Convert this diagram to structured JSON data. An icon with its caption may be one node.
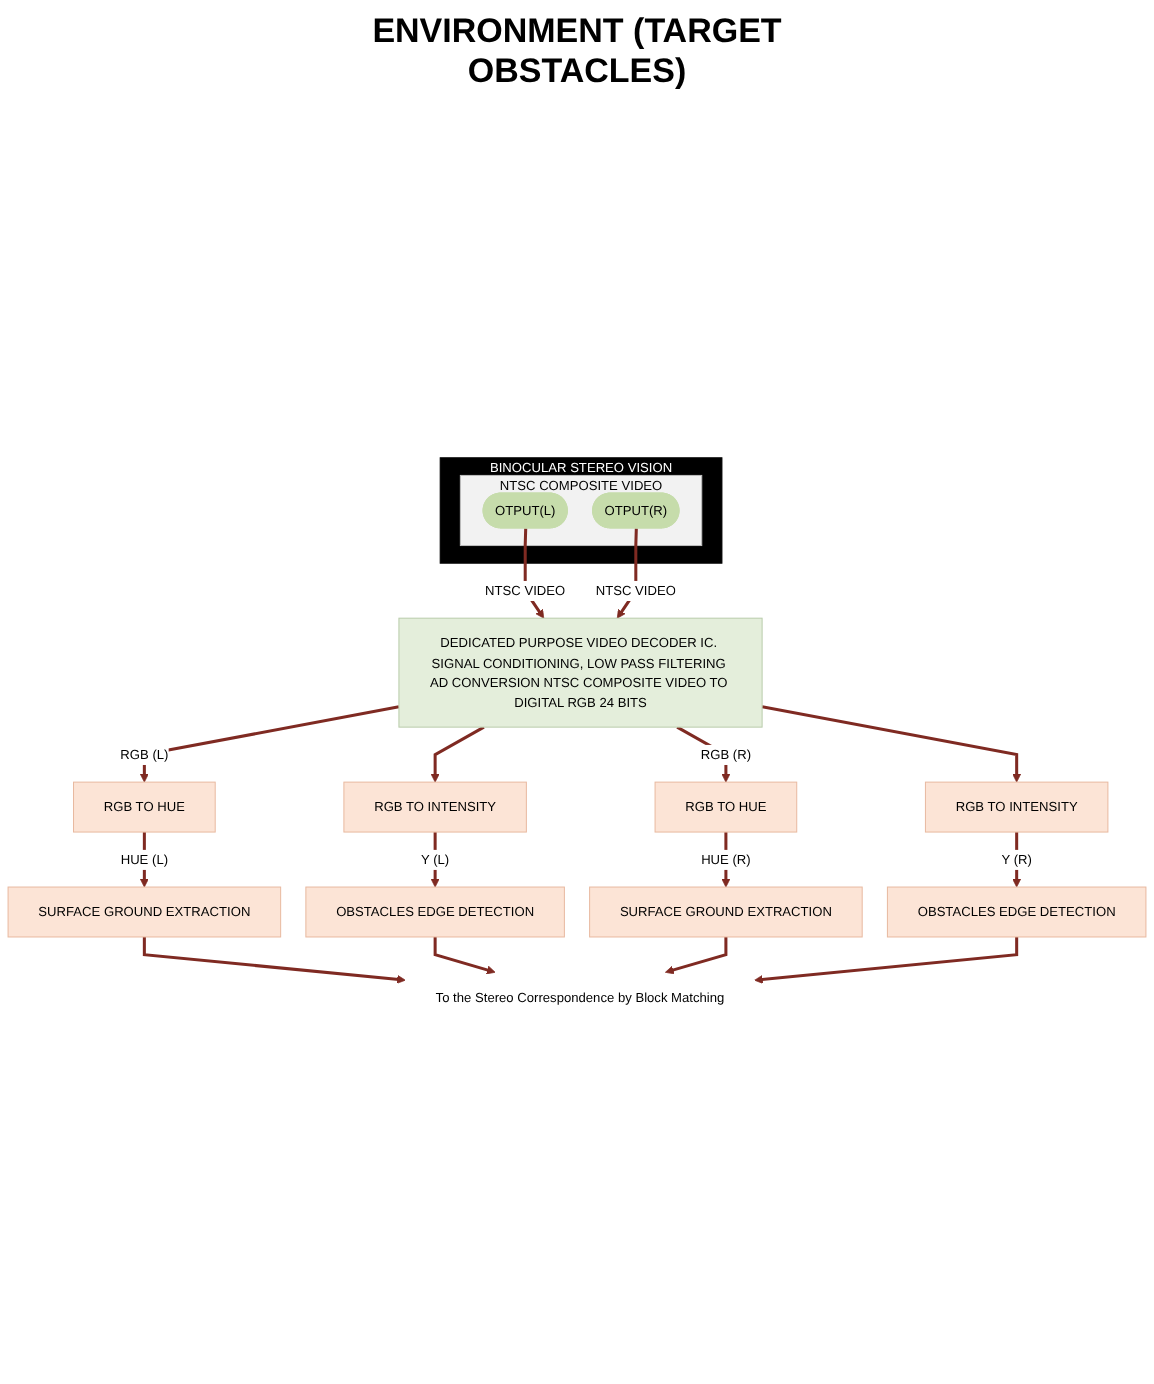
{
  "diagram": {
    "title": "ENVIRONMENT (TARGET OBSTACLES)",
    "nodes": [
      {
        "text": [
          "BINOCULAR STEREO VISION"
        ]
      },
      {
        "text": [
          "NTSC COMPOSITE VIDEO"
        ],
        "in": 0
      },
      {
        "text": [
          "OTPUT(L)"
        ],
        "in": 1
      },
      {
        "text": [
          "OTPUT(R)"
        ],
        "in": 1
      },
      {
        "text": [
          "DEDICATED PURPOSE VIDEO DECODER IC. SIGNAL CONDITIONING, LOW PASS FILTERING AD CONVERSION NTSC COMPOSITE VIDEO TO DIGITAL RGB 24 BITS"
        ]
      },
      {
        "text": [
          "RGB TO HUE"
        ]
      },
      {
        "text": [
          "RGB TO INTENSITY"
        ]
      },
      {
        "text": [
          "RGB TO HUE"
        ]
      },
      {
        "text": [
          "RGB TO INTENSITY"
        ]
      },
      {
        "text": [
          "SURFACE GROUND EXTRACTION"
        ]
      },
      {
        "text": [
          "OBSTACLES EDGE DETECTION"
        ]
      },
      {
        "text": [
          "SURFACE GROUND EXTRACTION"
        ]
      },
      {
        "text": [
          "OBSTACLES EDGE DETECTION"
        ]
      },
      {
        "text": [
          "To the Stereo Correspondence by Block Matching"
        ]
      }
    ],
    "edges": [
      {
        "from": 2,
        "to": 4,
        "arrow": "to",
        "label": "NTSC VIDEO"
      },
      {
        "from": 3,
        "to": 4,
        "arrow": "to",
        "label": "NTSC VIDEO"
      },
      {
        "from": 4,
        "to": 5,
        "arrow": "to",
        "label": "RGB (L)"
      },
      {
        "from": 4,
        "to": 6,
        "arrow": "to"
      },
      {
        "from": 4,
        "to": 7,
        "arrow": "to",
        "label": "RGB (R)"
      },
      {
        "from": 4,
        "to": 8,
        "arrow": "to"
      },
      {
        "from": 5,
        "to": 9,
        "arrow": "to",
        "label": "HUE (L)"
      },
      {
        "from": 6,
        "to": 10,
        "arrow": "to",
        "label": "Y (L)"
      },
      {
        "from": 7,
        "to": 11,
        "arrow": "to",
        "label": "HUE (R)"
      },
      {
        "from": 8,
        "to": 12,
        "arrow": "to",
        "label": "Y (R)"
      },
      {
        "from": 9,
        "to": 13,
        "arrow": "to"
      },
      {
        "from": 10,
        "to": 13,
        "arrow": "to"
      },
      {
        "from": 11,
        "to": 13,
        "arrow": "to"
      },
      {
        "from": 12,
        "to": 13,
        "arrow": "to"
      }
    ]
  }
}
